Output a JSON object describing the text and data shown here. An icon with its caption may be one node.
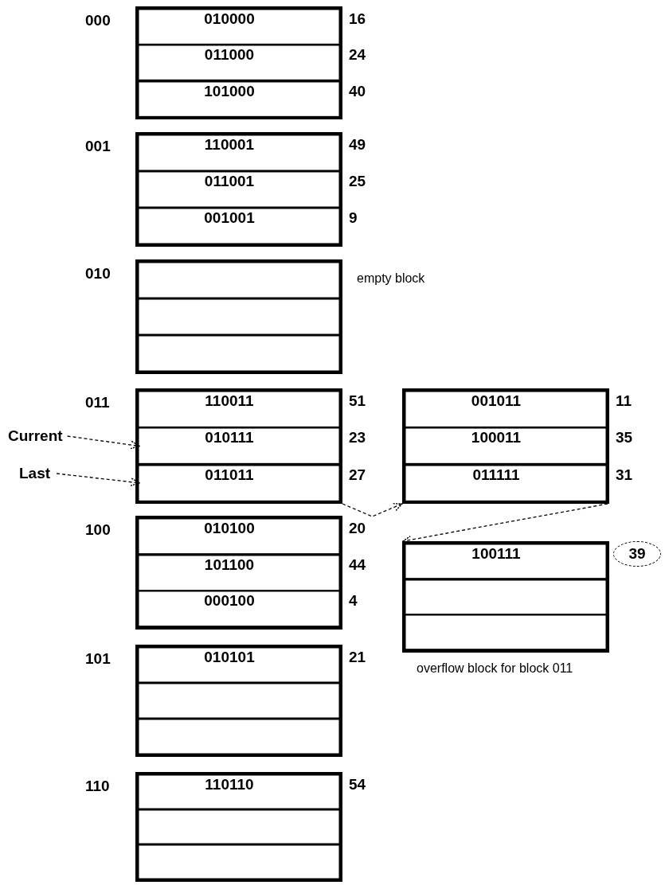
{
  "diagram": {
    "nodes": [
      {
        "text": [
          "000"
        ]
      },
      {
        "text": [
          "010000"
        ],
        "in": 0,
        "beside": [
          "16"
        ]
      },
      {
        "text": [
          "011000"
        ],
        "in": 0,
        "beside": [
          "24"
        ]
      },
      {
        "text": [
          "101000"
        ],
        "in": 0,
        "beside": [
          "40"
        ]
      },
      {
        "text": [
          "001"
        ]
      },
      {
        "text": [
          "110001"
        ],
        "in": 4,
        "beside": [
          "49"
        ]
      },
      {
        "text": [
          "011001"
        ],
        "in": 4,
        "beside": [
          "25"
        ]
      },
      {
        "text": [
          "001001"
        ],
        "in": 4,
        "beside": [
          "9"
        ]
      },
      {
        "text": [
          "010"
        ],
        "beside": [
          "empty block"
        ]
      },
      {
        "text": [],
        "shape": "box",
        "in": 8
      },
      {
        "text": [],
        "shape": "box",
        "in": 8
      },
      {
        "text": [],
        "shape": "box",
        "in": 8
      },
      {
        "text": [
          "011"
        ]
      },
      {
        "text": [
          "110011"
        ],
        "in": 12,
        "beside": [
          "51"
        ]
      },
      {
        "text": [
          "010111"
        ],
        "in": 12,
        "beside": [
          "23"
        ]
      },
      {
        "text": [
          "011011"
        ],
        "in": 12,
        "beside": [
          "27"
        ]
      },
      {
        "text": [],
        "shape": "box"
      },
      {
        "text": [
          "001011"
        ],
        "in": 16,
        "beside": [
          "11"
        ]
      },
      {
        "text": [
          "100011"
        ],
        "in": 16,
        "beside": [
          "35"
        ]
      },
      {
        "text": [
          "011111"
        ],
        "in": 16,
        "beside": [
          "31"
        ]
      },
      {
        "text": [
          "Current"
        ]
      },
      {
        "text": [
          "Last"
        ]
      },
      {
        "text": [
          "100"
        ]
      },
      {
        "text": [
          "010100"
        ],
        "in": 22,
        "beside": [
          "20"
        ]
      },
      {
        "text": [
          "101100"
        ],
        "in": 22,
        "beside": [
          "44"
        ]
      },
      {
        "text": [
          "000100"
        ],
        "in": 22,
        "beside": [
          "4"
        ]
      },
      {
        "text": [],
        "shape": "box",
        "beside": [
          "overflow block for block 011"
        ]
      },
      {
        "text": [
          "100111"
        ],
        "in": 26
      },
      {
        "text": [],
        "shape": "box",
        "in": 26
      },
      {
        "text": [],
        "shape": "box",
        "in": 26
      },
      {
        "text": [
          "39"
        ]
      },
      {
        "text": [
          "101"
        ]
      },
      {
        "text": [
          "010101"
        ],
        "in": 31,
        "beside": [
          "21"
        ]
      },
      {
        "text": [],
        "shape": "box",
        "in": 31
      },
      {
        "text": [],
        "shape": "box",
        "in": 31
      },
      {
        "text": [
          "110"
        ]
      },
      {
        "text": [
          "110110"
        ],
        "in": 35,
        "beside": [
          "54"
        ]
      },
      {
        "text": [],
        "shape": "box",
        "in": 35
      },
      {
        "text": [],
        "shape": "box",
        "in": 35
      }
    ],
    "edges": [
      {
        "from": 20,
        "to": 14,
        "arrow": "to",
        "style": "dashed"
      },
      {
        "from": 21,
        "to": 15,
        "arrow": "to",
        "style": "dashed"
      },
      {
        "from": 12,
        "to": 16,
        "arrow": "to",
        "style": "dashed"
      },
      {
        "from": 16,
        "to": 26,
        "arrow": "to",
        "style": "dashed"
      }
    ]
  }
}
